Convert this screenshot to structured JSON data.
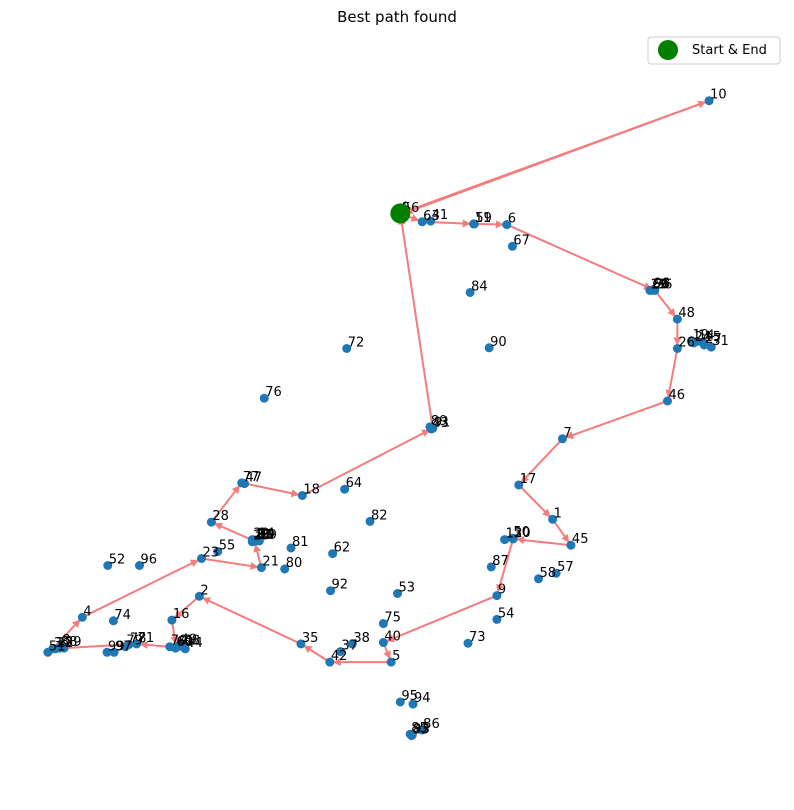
{
  "chart_data": {
    "type": "scatter",
    "title": "Best path found",
    "xlabel": "",
    "ylabel": "",
    "axes_visible": false,
    "xlim": [
      0,
      1
    ],
    "ylim": [
      0,
      1
    ],
    "colors": {
      "points": "#1f77b4",
      "path": "#f47c7c",
      "start_end": "#008000"
    },
    "legend": {
      "entries": [
        "Start & End"
      ],
      "placement": "top-right"
    },
    "start_end_label": "Start & End",
    "nodes": [
      {
        "label": "0",
        "x": 0.504,
        "y": 0.788
      },
      {
        "label": "1",
        "x": 0.72,
        "y": 0.351
      },
      {
        "label": "2",
        "x": 0.219,
        "y": 0.241
      },
      {
        "label": "3",
        "x": 0.011,
        "y": 0.166
      },
      {
        "label": "4",
        "x": 0.053,
        "y": 0.211
      },
      {
        "label": "5",
        "x": 0.491,
        "y": 0.147
      },
      {
        "label": "6",
        "x": 0.655,
        "y": 0.772
      },
      {
        "label": "7",
        "x": 0.734,
        "y": 0.466
      },
      {
        "label": "8",
        "x": 0.023,
        "y": 0.17
      },
      {
        "label": "9",
        "x": 0.641,
        "y": 0.242
      },
      {
        "label": "10",
        "x": 0.942,
        "y": 0.949
      },
      {
        "label": "11",
        "x": 0.608,
        "y": 0.773
      },
      {
        "label": "13",
        "x": 0.652,
        "y": 0.322
      },
      {
        "label": "14",
        "x": 0.925,
        "y": 0.605
      },
      {
        "label": "15",
        "x": 0.934,
        "y": 0.603
      },
      {
        "label": "16",
        "x": 0.18,
        "y": 0.207
      },
      {
        "label": "17",
        "x": 0.672,
        "y": 0.4
      },
      {
        "label": "18",
        "x": 0.365,
        "y": 0.385
      },
      {
        "label": "19",
        "x": 0.917,
        "y": 0.606
      },
      {
        "label": "20",
        "x": 0.664,
        "y": 0.323
      },
      {
        "label": "21",
        "x": 0.307,
        "y": 0.282
      },
      {
        "label": "22",
        "x": 0.015,
        "y": 0.166
      },
      {
        "label": "23",
        "x": 0.222,
        "y": 0.295
      },
      {
        "label": "24",
        "x": 0.92,
        "y": 0.603
      },
      {
        "label": "25",
        "x": 0.294,
        "y": 0.319
      },
      {
        "label": "26",
        "x": 0.897,
        "y": 0.595
      },
      {
        "label": "27",
        "x": 0.935,
        "y": 0.6
      },
      {
        "label": "28",
        "x": 0.236,
        "y": 0.347
      },
      {
        "label": "29",
        "x": 0.858,
        "y": 0.678
      },
      {
        "label": "30",
        "x": 0.301,
        "y": 0.321
      },
      {
        "label": "31",
        "x": 0.945,
        "y": 0.597
      },
      {
        "label": "32",
        "x": 0.294,
        "y": 0.322
      },
      {
        "label": "33",
        "x": 0.297,
        "y": 0.32
      },
      {
        "label": "34",
        "x": 0.301,
        "y": 0.322
      },
      {
        "label": "35",
        "x": 0.363,
        "y": 0.173
      },
      {
        "label": "36",
        "x": 0.865,
        "y": 0.678
      },
      {
        "label": "37",
        "x": 0.419,
        "y": 0.162
      },
      {
        "label": "38",
        "x": 0.436,
        "y": 0.173
      },
      {
        "label": "39",
        "x": 0.027,
        "y": 0.167
      },
      {
        "label": "40",
        "x": 0.48,
        "y": 0.175
      },
      {
        "label": "41",
        "x": 0.547,
        "y": 0.777
      },
      {
        "label": "42",
        "x": 0.404,
        "y": 0.147
      },
      {
        "label": "43",
        "x": 0.548,
        "y": 0.48
      },
      {
        "label": "44",
        "x": 0.199,
        "y": 0.166
      },
      {
        "label": "45",
        "x": 0.746,
        "y": 0.314
      },
      {
        "label": "46",
        "x": 0.883,
        "y": 0.52
      },
      {
        "label": "47",
        "x": 0.283,
        "y": 0.402
      },
      {
        "label": "48",
        "x": 0.897,
        "y": 0.637
      },
      {
        "label": "49",
        "x": 0.191,
        "y": 0.171
      },
      {
        "label": "50",
        "x": 0.663,
        "y": 0.324
      },
      {
        "label": "51",
        "x": 0.004,
        "y": 0.161
      },
      {
        "label": "52",
        "x": 0.089,
        "y": 0.285
      },
      {
        "label": "53",
        "x": 0.5,
        "y": 0.245
      },
      {
        "label": "54",
        "x": 0.641,
        "y": 0.208
      },
      {
        "label": "55",
        "x": 0.245,
        "y": 0.305
      },
      {
        "label": "56",
        "x": 0.506,
        "y": 0.787
      },
      {
        "label": "57",
        "x": 0.725,
        "y": 0.274
      },
      {
        "label": "58",
        "x": 0.7,
        "y": 0.266
      },
      {
        "label": "59",
        "x": 0.609,
        "y": 0.773
      },
      {
        "label": "60",
        "x": 0.185,
        "y": 0.167
      },
      {
        "label": "61",
        "x": 0.186,
        "y": 0.168
      },
      {
        "label": "62",
        "x": 0.408,
        "y": 0.302
      },
      {
        "label": "63",
        "x": 0.535,
        "y": 0.776
      },
      {
        "label": "64",
        "x": 0.425,
        "y": 0.394
      },
      {
        "label": "65",
        "x": 0.299,
        "y": 0.32
      },
      {
        "label": "66",
        "x": 0.86,
        "y": 0.678
      },
      {
        "label": "67",
        "x": 0.663,
        "y": 0.741
      },
      {
        "label": "68",
        "x": 0.195,
        "y": 0.169
      },
      {
        "label": "69",
        "x": 0.304,
        "y": 0.32
      },
      {
        "label": "70",
        "x": 0.177,
        "y": 0.169
      },
      {
        "label": "71",
        "x": 0.13,
        "y": 0.173
      },
      {
        "label": "72",
        "x": 0.428,
        "y": 0.595
      },
      {
        "label": "73",
        "x": 0.6,
        "y": 0.174
      },
      {
        "label": "74",
        "x": 0.097,
        "y": 0.206
      },
      {
        "label": "75",
        "x": 0.48,
        "y": 0.202
      },
      {
        "label": "76",
        "x": 0.311,
        "y": 0.524
      },
      {
        "label": "77",
        "x": 0.279,
        "y": 0.403
      },
      {
        "label": "78",
        "x": 0.119,
        "y": 0.172
      },
      {
        "label": "79",
        "x": 0.114,
        "y": 0.169
      },
      {
        "label": "80",
        "x": 0.34,
        "y": 0.28
      },
      {
        "label": "81",
        "x": 0.349,
        "y": 0.31
      },
      {
        "label": "82",
        "x": 0.461,
        "y": 0.348
      },
      {
        "label": "83",
        "x": 0.52,
        "y": 0.042
      },
      {
        "label": "84",
        "x": 0.603,
        "y": 0.675
      },
      {
        "label": "85",
        "x": 0.518,
        "y": 0.044
      },
      {
        "label": "86",
        "x": 0.535,
        "y": 0.05
      },
      {
        "label": "87",
        "x": 0.633,
        "y": 0.283
      },
      {
        "label": "88",
        "x": 0.021,
        "y": 0.167
      },
      {
        "label": "89",
        "x": 0.546,
        "y": 0.483
      },
      {
        "label": "90",
        "x": 0.63,
        "y": 0.596
      },
      {
        "label": "91",
        "x": 0.55,
        "y": 0.481
      },
      {
        "label": "92",
        "x": 0.405,
        "y": 0.249
      },
      {
        "label": "93",
        "x": 0.521,
        "y": 0.043
      },
      {
        "label": "94",
        "x": 0.522,
        "y": 0.087
      },
      {
        "label": "95",
        "x": 0.504,
        "y": 0.09
      },
      {
        "label": "96",
        "x": 0.134,
        "y": 0.285
      },
      {
        "label": "97",
        "x": 0.098,
        "y": 0.161
      },
      {
        "label": "98",
        "x": 0.862,
        "y": 0.679
      },
      {
        "label": "99",
        "x": 0.088,
        "y": 0.161
      }
    ],
    "path": [
      "0",
      "10",
      "56",
      "63",
      "11",
      "6",
      "36",
      "48",
      "26",
      "46",
      "7",
      "17",
      "1",
      "45",
      "20",
      "9",
      "40",
      "5",
      "42",
      "35",
      "2",
      "16",
      "61",
      "71",
      "3",
      "4",
      "23",
      "21",
      "33",
      "28",
      "77",
      "18",
      "91",
      "0"
    ]
  }
}
